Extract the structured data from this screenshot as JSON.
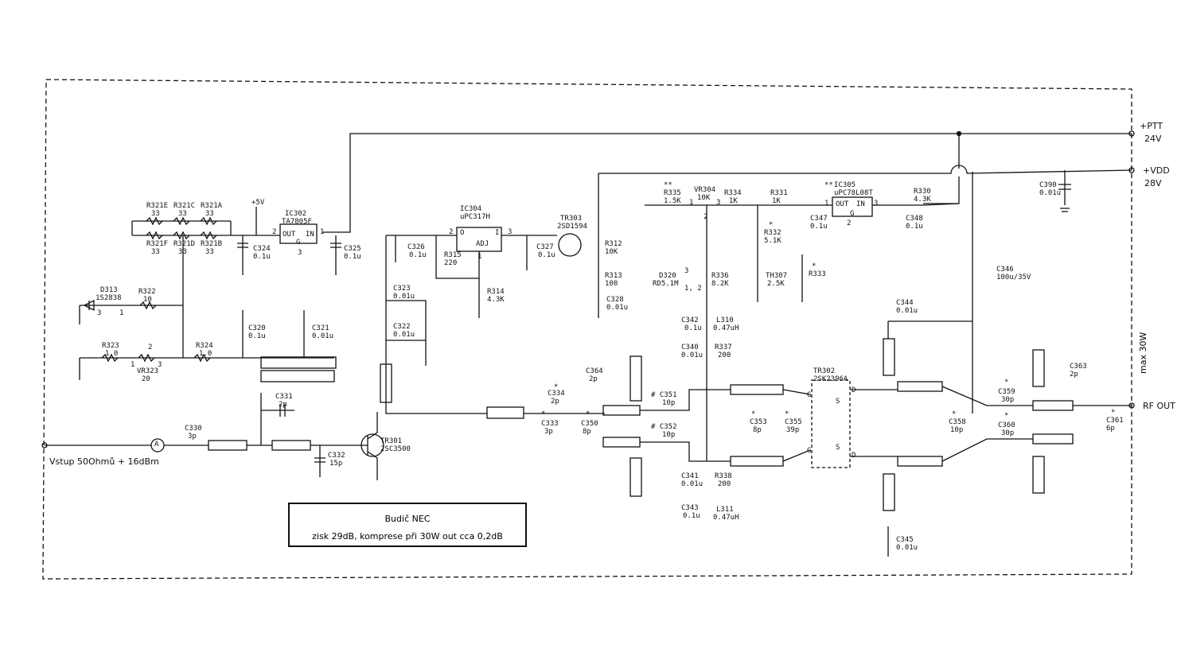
{
  "info": {
    "title": "Budič NEC",
    "description": "zisk 29dB, komprese při 30W out cca 0,2dB"
  },
  "ports": {
    "input_label": "Vstup 50Ohmů + 16dBm",
    "ptt": "+PTT",
    "ptt_voltage": "24V",
    "vdd": "+VDD",
    "vdd_voltage": "28V",
    "rf_out": "RF OUT",
    "max_power": "max 30W"
  },
  "components": [
    {
      "id": "r321e",
      "text": "R321E"
    },
    {
      "id": "r321e-v",
      "text": "33"
    },
    {
      "id": "r321c",
      "text": "R321C"
    },
    {
      "id": "r321c-v",
      "text": "33"
    },
    {
      "id": "r321a",
      "text": "R321A"
    },
    {
      "id": "r321a-v",
      "text": "33"
    },
    {
      "id": "r321f",
      "text": "R321F"
    },
    {
      "id": "r321f-v",
      "text": "33"
    },
    {
      "id": "r321d",
      "text": "R321D"
    },
    {
      "id": "r321d-v",
      "text": "33"
    },
    {
      "id": "r321b",
      "text": "R321B"
    },
    {
      "id": "r321b-v",
      "text": "33"
    },
    {
      "id": "plus5v",
      "text": "+5V"
    },
    {
      "id": "ic302",
      "text": "IC302"
    },
    {
      "id": "ic302-v",
      "text": "TA7805F"
    },
    {
      "id": "ic302-out",
      "text": "OUT"
    },
    {
      "id": "ic302-in",
      "text": "IN"
    },
    {
      "id": "ic302-g",
      "text": "G"
    },
    {
      "id": "ic302-p2",
      "text": "2"
    },
    {
      "id": "ic302-p1",
      "text": "1"
    },
    {
      "id": "ic302-p3",
      "text": "3"
    },
    {
      "id": "c324",
      "text": "C324"
    },
    {
      "id": "c324-v",
      "text": "0.1u"
    },
    {
      "id": "c325",
      "text": "C325"
    },
    {
      "id": "c325-v",
      "text": "0.1u"
    },
    {
      "id": "d313",
      "text": "D313"
    },
    {
      "id": "d313-v",
      "text": "1S2838"
    },
    {
      "id": "d313-p3",
      "text": "3"
    },
    {
      "id": "d313-p1",
      "text": "1"
    },
    {
      "id": "r322",
      "text": "R322"
    },
    {
      "id": "r322-v",
      "text": "10"
    },
    {
      "id": "r323",
      "text": "R323"
    },
    {
      "id": "r323-v",
      "text": "1.0"
    },
    {
      "id": "vr323",
      "text": "VR323"
    },
    {
      "id": "vr323-v",
      "text": "20"
    },
    {
      "id": "vr323-p1",
      "text": "1"
    },
    {
      "id": "vr323-p2",
      "text": "2"
    },
    {
      "id": "vr323-p3",
      "text": "3"
    },
    {
      "id": "r324",
      "text": "R324"
    },
    {
      "id": "r324-v",
      "text": "1.0"
    },
    {
      "id": "c320",
      "text": "C320"
    },
    {
      "id": "c320-v",
      "text": "0.1u"
    },
    {
      "id": "c321",
      "text": "C321"
    },
    {
      "id": "c321-v",
      "text": "0.01u"
    },
    {
      "id": "c331",
      "text": "C331"
    },
    {
      "id": "c331-v",
      "text": "2p"
    },
    {
      "id": "c330",
      "text": "C330"
    },
    {
      "id": "c330-v",
      "text": "3p"
    },
    {
      "id": "c332",
      "text": "C332"
    },
    {
      "id": "c332-v",
      "text": "15p"
    },
    {
      "id": "tr301",
      "text": "TR301"
    },
    {
      "id": "tr301-v",
      "text": "2SC3500"
    },
    {
      "id": "ic304",
      "text": "IC304"
    },
    {
      "id": "ic304-v",
      "text": "uPC317H"
    },
    {
      "id": "ic304-o",
      "text": "O"
    },
    {
      "id": "ic304-i",
      "text": "I"
    },
    {
      "id": "ic304-adj",
      "text": "ADJ"
    },
    {
      "id": "ic304-p2",
      "text": "2"
    },
    {
      "id": "ic304-p3",
      "text": "3"
    },
    {
      "id": "ic304-p1",
      "text": "1"
    },
    {
      "id": "c326",
      "text": "C326"
    },
    {
      "id": "c326-v",
      "text": "0.1u"
    },
    {
      "id": "r315",
      "text": "R315"
    },
    {
      "id": "r315-v",
      "text": "220"
    },
    {
      "id": "r314",
      "text": "R314"
    },
    {
      "id": "r314-v",
      "text": "4.3K"
    },
    {
      "id": "c327",
      "text": "C327"
    },
    {
      "id": "c327-v",
      "text": "0.1u"
    },
    {
      "id": "c323",
      "text": "C323"
    },
    {
      "id": "c323-v",
      "text": "0.01u"
    },
    {
      "id": "c322",
      "text": "C322"
    },
    {
      "id": "c322-v",
      "text": "0.01u"
    },
    {
      "id": "tr303",
      "text": "TR303"
    },
    {
      "id": "tr303-v",
      "text": "2SD1594"
    },
    {
      "id": "r312",
      "text": "R312"
    },
    {
      "id": "r312-v",
      "text": "10K"
    },
    {
      "id": "r313",
      "text": "R313"
    },
    {
      "id": "r313-v",
      "text": "100"
    },
    {
      "id": "c328",
      "text": "C328"
    },
    {
      "id": "c328-v",
      "text": "0.01u"
    },
    {
      "id": "r335-star",
      "text": "**"
    },
    {
      "id": "r335",
      "text": "R335"
    },
    {
      "id": "r335-v",
      "text": "1.5K"
    },
    {
      "id": "vr304",
      "text": "VR304"
    },
    {
      "id": "vr304-v",
      "text": "10K"
    },
    {
      "id": "vr304-p1",
      "text": "1"
    },
    {
      "id": "vr304-p3",
      "text": "3"
    },
    {
      "id": "vr304-p2",
      "text": "2"
    },
    {
      "id": "r334",
      "text": "R334"
    },
    {
      "id": "r334-v",
      "text": "1K"
    },
    {
      "id": "r331",
      "text": "R331"
    },
    {
      "id": "r331-v",
      "text": "1K"
    },
    {
      "id": "ic305-star",
      "text": "**"
    },
    {
      "id": "ic305",
      "text": "IC305"
    },
    {
      "id": "ic305-v",
      "text": "uPC78L08T"
    },
    {
      "id": "ic305-out",
      "text": "OUT"
    },
    {
      "id": "ic305-in",
      "text": "IN"
    },
    {
      "id": "ic305-g",
      "text": "G"
    },
    {
      "id": "ic305-p1",
      "text": "1"
    },
    {
      "id": "ic305-p3",
      "text": "3"
    },
    {
      "id": "ic305-p2",
      "text": "2"
    },
    {
      "id": "r330",
      "text": "R330"
    },
    {
      "id": "r330-v",
      "text": "4.3K"
    },
    {
      "id": "c347",
      "text": "C347"
    },
    {
      "id": "c347-v",
      "text": "0.1u"
    },
    {
      "id": "c348",
      "text": "C348"
    },
    {
      "id": "c348-v",
      "text": "0.1u"
    },
    {
      "id": "r332-star",
      "text": "*"
    },
    {
      "id": "r332",
      "text": "R332"
    },
    {
      "id": "r332-v",
      "text": "5.1K"
    },
    {
      "id": "th307",
      "text": "TH307"
    },
    {
      "id": "th307-v",
      "text": "2.5K"
    },
    {
      "id": "r333-star",
      "text": "*"
    },
    {
      "id": "r333",
      "text": "R333"
    },
    {
      "id": "d320",
      "text": "D320"
    },
    {
      "id": "d320-v",
      "text": "RD5.1M"
    },
    {
      "id": "d320-p3",
      "text": "3"
    },
    {
      "id": "d320-p12",
      "text": "1, 2"
    },
    {
      "id": "r336",
      "text": "R336"
    },
    {
      "id": "r336-v",
      "text": "8.2K"
    },
    {
      "id": "c390",
      "text": "C390"
    },
    {
      "id": "c390-v",
      "text": "0.01u"
    },
    {
      "id": "c346",
      "text": "C346"
    },
    {
      "id": "c346-v",
      "text": "100u/35V"
    },
    {
      "id": "c344",
      "text": "C344"
    },
    {
      "id": "c344-v",
      "text": "0.01u"
    },
    {
      "id": "c342",
      "text": "C342"
    },
    {
      "id": "c342-v",
      "text": "0.1u"
    },
    {
      "id": "l310",
      "text": "L310"
    },
    {
      "id": "l310-v",
      "text": "0.47uH"
    },
    {
      "id": "c340",
      "text": "C340"
    },
    {
      "id": "c340-v",
      "text": "0.01u"
    },
    {
      "id": "r337",
      "text": "R337"
    },
    {
      "id": "r337-v",
      "text": "200"
    },
    {
      "id": "c364",
      "text": "C364"
    },
    {
      "id": "c364-v",
      "text": "2p"
    },
    {
      "id": "c334-star",
      "text": "*"
    },
    {
      "id": "c334",
      "text": "C334"
    },
    {
      "id": "c334-v",
      "text": "2p"
    },
    {
      "id": "c333-star",
      "text": "*"
    },
    {
      "id": "c333",
      "text": "C333"
    },
    {
      "id": "c333-v",
      "text": "3p"
    },
    {
      "id": "c350-star",
      "text": "*"
    },
    {
      "id": "c350",
      "text": "C350"
    },
    {
      "id": "c350-v",
      "text": "8p"
    },
    {
      "id": "c351",
      "text": "# C351"
    },
    {
      "id": "c351-v",
      "text": "10p"
    },
    {
      "id": "c352",
      "text": "# C352"
    },
    {
      "id": "c352-v",
      "text": "10p"
    },
    {
      "id": "c353-star",
      "text": "*"
    },
    {
      "id": "c353",
      "text": "C353"
    },
    {
      "id": "c353-v",
      "text": "8p"
    },
    {
      "id": "c355-star",
      "text": "*"
    },
    {
      "id": "c355",
      "text": "C355"
    },
    {
      "id": "c355-v",
      "text": "39p"
    },
    {
      "id": "tr302",
      "text": "TR302"
    },
    {
      "id": "tr302-v",
      "text": "2SK2396A"
    },
    {
      "id": "tr302-g1",
      "text": "G"
    },
    {
      "id": "tr302-d1",
      "text": "D"
    },
    {
      "id": "tr302-s1",
      "text": "S"
    },
    {
      "id": "tr302-s2",
      "text": "S"
    },
    {
      "id": "tr302-g2",
      "text": "G"
    },
    {
      "id": "tr302-d2",
      "text": "D"
    },
    {
      "id": "c358-star",
      "text": "*"
    },
    {
      "id": "c358",
      "text": "C358"
    },
    {
      "id": "c358-v",
      "text": "10p"
    },
    {
      "id": "c341",
      "text": "C341"
    },
    {
      "id": "c341-v",
      "text": "0.01u"
    },
    {
      "id": "r338",
      "text": "R338"
    },
    {
      "id": "r338-v",
      "text": "200"
    },
    {
      "id": "c343",
      "text": "C343"
    },
    {
      "id": "c343-v",
      "text": "0.1u"
    },
    {
      "id": "l311",
      "text": "L311"
    },
    {
      "id": "l311-v",
      "text": "0.47uH"
    },
    {
      "id": "c345",
      "text": "C345"
    },
    {
      "id": "c345-v",
      "text": "0.01u"
    },
    {
      "id": "c363",
      "text": "C363"
    },
    {
      "id": "c363-v",
      "text": "2p"
    },
    {
      "id": "c359-star",
      "text": "*"
    },
    {
      "id": "c359",
      "text": "C359"
    },
    {
      "id": "c359-v",
      "text": "30p"
    },
    {
      "id": "c360-star",
      "text": "*"
    },
    {
      "id": "c360",
      "text": "C360"
    },
    {
      "id": "c360-v",
      "text": "30p"
    },
    {
      "id": "c361-star",
      "text": "*"
    },
    {
      "id": "c361",
      "text": "C361"
    },
    {
      "id": "c361-v",
      "text": "6p"
    },
    {
      "id": "ammeter",
      "text": "A"
    }
  ]
}
